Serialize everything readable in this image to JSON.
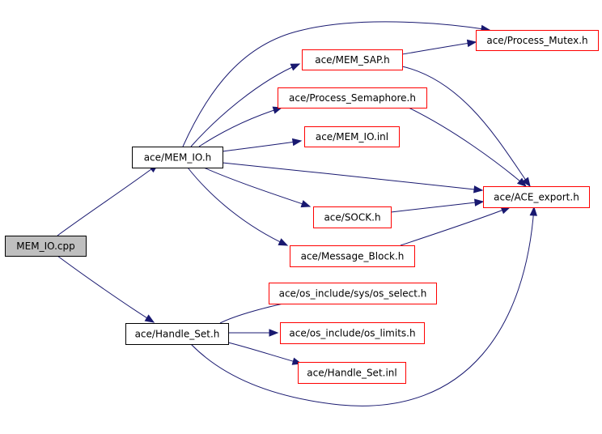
{
  "colors": {
    "edge": "#191970",
    "root_fill": "#bfbfbf",
    "root_stroke": "#000000",
    "doc_stroke": "#000000",
    "undoc_stroke": "#ff0000",
    "node_fill": "#ffffff"
  },
  "nodes": [
    {
      "id": "mem_io_cpp",
      "label": "MEM_IO.cpp",
      "kind": "root"
    },
    {
      "id": "mem_io_h",
      "label": "ace/MEM_IO.h",
      "kind": "documented"
    },
    {
      "id": "handle_set_h",
      "label": "ace/Handle_Set.h",
      "kind": "documented"
    },
    {
      "id": "mem_sap_h",
      "label": "ace/MEM_SAP.h",
      "kind": "undocumented"
    },
    {
      "id": "process_mutex_h",
      "label": "ace/Process_Mutex.h",
      "kind": "undocumented"
    },
    {
      "id": "process_semaphore_h",
      "label": "ace/Process_Semaphore.h",
      "kind": "undocumented"
    },
    {
      "id": "mem_io_inl",
      "label": "ace/MEM_IO.inl",
      "kind": "undocumented"
    },
    {
      "id": "ace_export_h",
      "label": "ace/ACE_export.h",
      "kind": "undocumented"
    },
    {
      "id": "sock_h",
      "label": "ace/SOCK.h",
      "kind": "undocumented"
    },
    {
      "id": "message_block_h",
      "label": "ace/Message_Block.h",
      "kind": "undocumented"
    },
    {
      "id": "os_select_h",
      "label": "ace/os_include/sys/os_select.h",
      "kind": "undocumented"
    },
    {
      "id": "os_limits_h",
      "label": "ace/os_include/os_limits.h",
      "kind": "undocumented"
    },
    {
      "id": "handle_set_inl",
      "label": "ace/Handle_Set.inl",
      "kind": "undocumented"
    }
  ],
  "edges": [
    {
      "from": "mem_io_cpp",
      "to": "mem_io_h"
    },
    {
      "from": "mem_io_cpp",
      "to": "handle_set_h"
    },
    {
      "from": "mem_io_h",
      "to": "process_mutex_h"
    },
    {
      "from": "mem_io_h",
      "to": "mem_sap_h"
    },
    {
      "from": "mem_io_h",
      "to": "process_semaphore_h"
    },
    {
      "from": "mem_io_h",
      "to": "mem_io_inl"
    },
    {
      "from": "mem_io_h",
      "to": "ace_export_h"
    },
    {
      "from": "mem_io_h",
      "to": "sock_h"
    },
    {
      "from": "mem_io_h",
      "to": "message_block_h"
    },
    {
      "from": "mem_sap_h",
      "to": "process_mutex_h"
    },
    {
      "from": "mem_sap_h",
      "to": "ace_export_h"
    },
    {
      "from": "process_semaphore_h",
      "to": "ace_export_h"
    },
    {
      "from": "sock_h",
      "to": "ace_export_h"
    },
    {
      "from": "message_block_h",
      "to": "ace_export_h"
    },
    {
      "from": "handle_set_h",
      "to": "os_select_h"
    },
    {
      "from": "handle_set_h",
      "to": "os_limits_h"
    },
    {
      "from": "handle_set_h",
      "to": "handle_set_inl"
    },
    {
      "from": "handle_set_h",
      "to": "ace_export_h"
    }
  ]
}
